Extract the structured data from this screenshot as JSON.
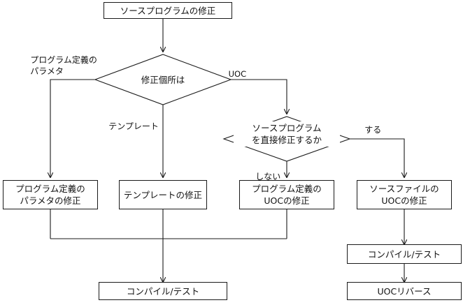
{
  "diagram": {
    "title_node": {
      "label": "ソースプログラムの修正"
    },
    "decisions": [
      {
        "id": "where",
        "label": "修正個所は"
      },
      {
        "id": "direct",
        "label_line1": "ソースプログラム",
        "label_line2": "を直接修正するか"
      }
    ],
    "edge_labels": [
      {
        "id": "param",
        "line1": "プログラム定義の",
        "line2": "パラメタ"
      },
      {
        "id": "uoc",
        "text": "UOC"
      },
      {
        "id": "template",
        "text": "テンプレート"
      },
      {
        "id": "do",
        "text": "する"
      },
      {
        "id": "dont",
        "text": "しない"
      }
    ],
    "process_boxes": [
      {
        "id": "fix-param",
        "line1": "プログラム定義の",
        "line2": "パラメタの修正"
      },
      {
        "id": "fix-template",
        "line1": "テンプレートの修正",
        "line2": ""
      },
      {
        "id": "fix-def-uoc",
        "line1": "プログラム定義の",
        "line2": "UOCの修正"
      },
      {
        "id": "fix-src-uoc",
        "line1": "ソースファイルの",
        "line2": "UOCの修正"
      }
    ],
    "terminal_boxes": [
      {
        "id": "compile-test-left",
        "label": "コンパイル/テスト"
      },
      {
        "id": "compile-test-right",
        "label": "コンパイル/テスト"
      },
      {
        "id": "uoc-reverse",
        "label": "UOCリバース"
      }
    ],
    "colors": {
      "line": "#1a1a1a",
      "text": "#111111",
      "background": "#ffffff"
    }
  }
}
